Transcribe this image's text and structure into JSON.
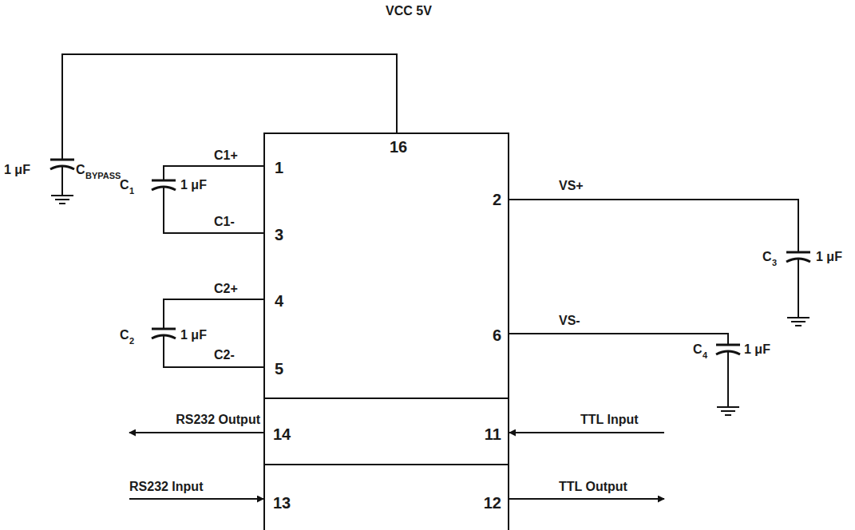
{
  "diagram": {
    "nodes": [
      {
        "text": [
          "16",
          "1",
          "2",
          "3",
          "4",
          "5",
          "6"
        ]
      },
      {
        "text": [
          "14",
          "11"
        ]
      },
      {
        "text": [
          "13",
          "12"
        ]
      }
    ],
    "labels": [
      "VCC 5V",
      "1 μF",
      "C",
      "BYPASS",
      "C1+",
      "C",
      "1",
      "1 μF",
      "C1-",
      "C2+",
      "C",
      "2",
      "1 μF",
      "C2-",
      "VS+",
      "C",
      "3",
      "1 μF",
      "VS-",
      "C",
      "4",
      "1 μF",
      "RS232 Output",
      "TTL Input",
      "RS232 Input",
      "TTL Output"
    ]
  }
}
